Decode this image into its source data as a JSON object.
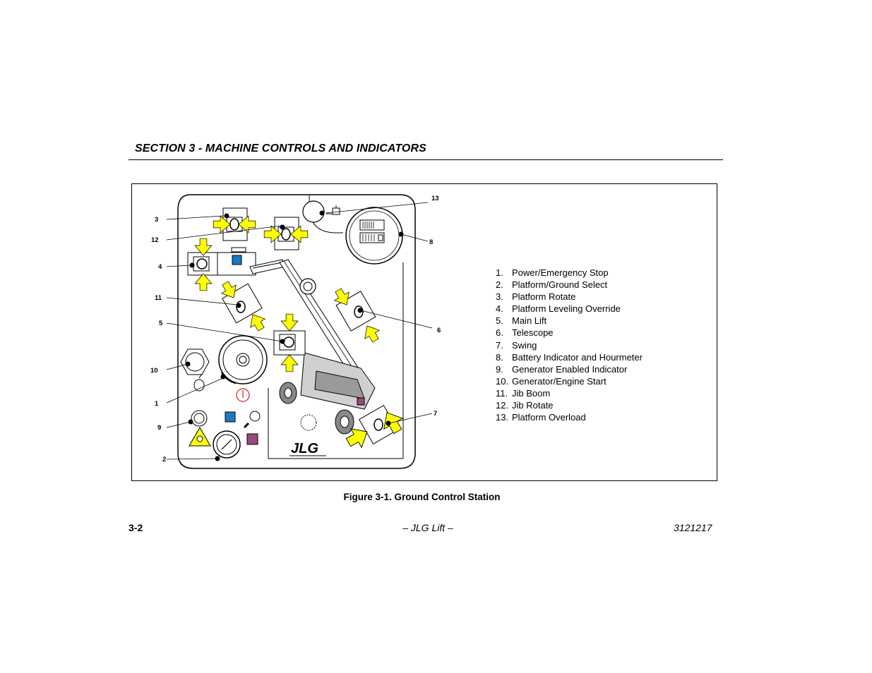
{
  "header": {
    "section_title": "SECTION 3 - MACHINE CONTROLS AND INDICATORS"
  },
  "figure": {
    "caption": "Figure 3-1. Ground Control Station",
    "callouts": [
      "3",
      "12",
      "4",
      "11",
      "5",
      "10",
      "1",
      "9",
      "2",
      "13",
      "8",
      "6",
      "7"
    ],
    "legend": [
      {
        "num": "1.",
        "label": "Power/Emergency Stop"
      },
      {
        "num": "2.",
        "label": "Platform/Ground Select"
      },
      {
        "num": "3.",
        "label": "Platform Rotate"
      },
      {
        "num": "4.",
        "label": "Platform Leveling Override"
      },
      {
        "num": "5.",
        "label": "Main Lift"
      },
      {
        "num": "6.",
        "label": "Telescope"
      },
      {
        "num": "7.",
        "label": "Swing"
      },
      {
        "num": "8.",
        "label": "Battery Indicator and Hourmeter"
      },
      {
        "num": "9.",
        "label": "Generator Enabled Indicator"
      },
      {
        "num": "10.",
        "label": "Generator/Engine Start"
      },
      {
        "num": "11.",
        "label": "Jib Boom"
      },
      {
        "num": "12.",
        "label": "Jib Rotate"
      },
      {
        "num": "13.",
        "label": "Platform Overload"
      }
    ],
    "logo_text": "JLG",
    "arrow_color": "#ffff00",
    "select_blue": "#1a7ac0",
    "select_purple": "#9a4a7a",
    "estop_red": "#d02020"
  },
  "footer": {
    "page_number": "3-2",
    "center_text": "– JLG Lift –",
    "doc_number": "3121217"
  }
}
